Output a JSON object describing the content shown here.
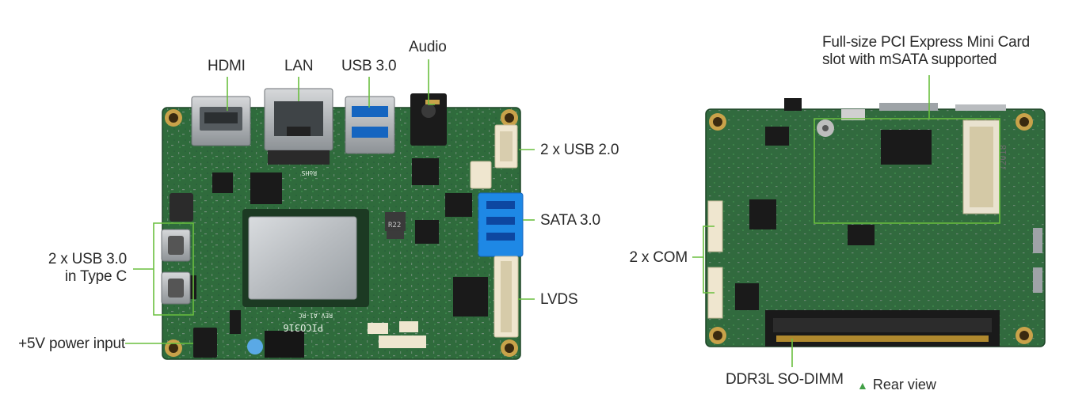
{
  "labels": {
    "hdmi": "HDMI",
    "lan": "LAN",
    "usb30_top": "USB 3.0",
    "audio": "Audio",
    "usb20": "2 x USB 2.0",
    "sata": "SATA 3.0",
    "lvds": "LVDS",
    "usbc_line1": "2 x USB 3.0",
    "usbc_line2": "in Type C",
    "power": "+5V power input",
    "pcie_line1": "Full-size PCI Express Mini Card",
    "pcie_line2": "slot with mSATA supported",
    "com": "2 x COM",
    "ddr": "DDR3L SO-DIMM",
    "rear_view": "Rear view"
  },
  "board_marks": {
    "model": "PICO316",
    "rev": "REV.A1-RC",
    "rohs": "RoHS",
    "inductor": "R22",
    "pcie_slot_mark": "72018"
  },
  "colors": {
    "pcb": "#2f6b3c",
    "pcb_dark": "#1f4f2b",
    "leader": "#6abf3f",
    "connector_blue": "#1e88e5",
    "header_white": "#efe6cf",
    "metal": "#b9bcbf"
  },
  "icons": {
    "rear_marker": "triangle-up-icon"
  }
}
